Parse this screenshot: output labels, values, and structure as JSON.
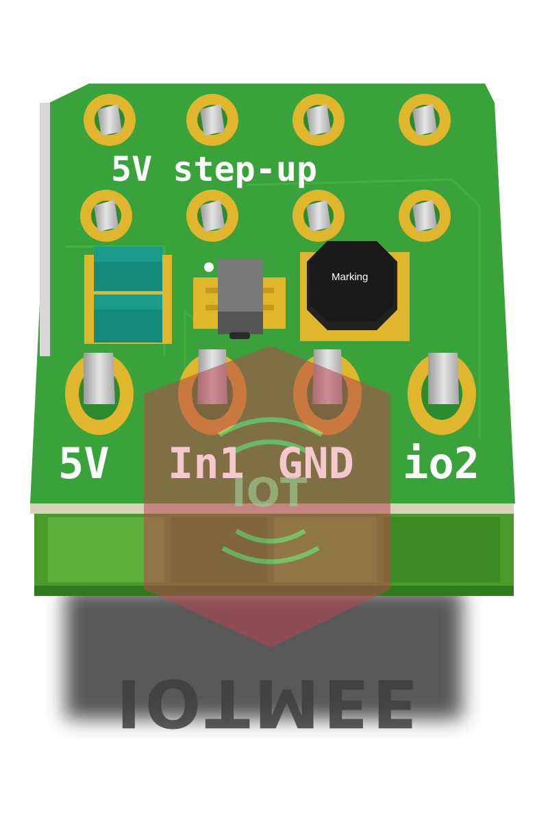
{
  "board": {
    "top_label": "5V step-up",
    "bottom_labels": [
      "5V",
      "In1",
      "GND",
      "io2"
    ],
    "ic_marking": "Marking",
    "pcb_color": "#3aa23a",
    "pad_color": "#e0b62c",
    "component_color": "#148a7a"
  },
  "watermark": {
    "badge_text": "IOT",
    "brand_text": "IOTMEE",
    "badge_color": "#b8474f"
  }
}
